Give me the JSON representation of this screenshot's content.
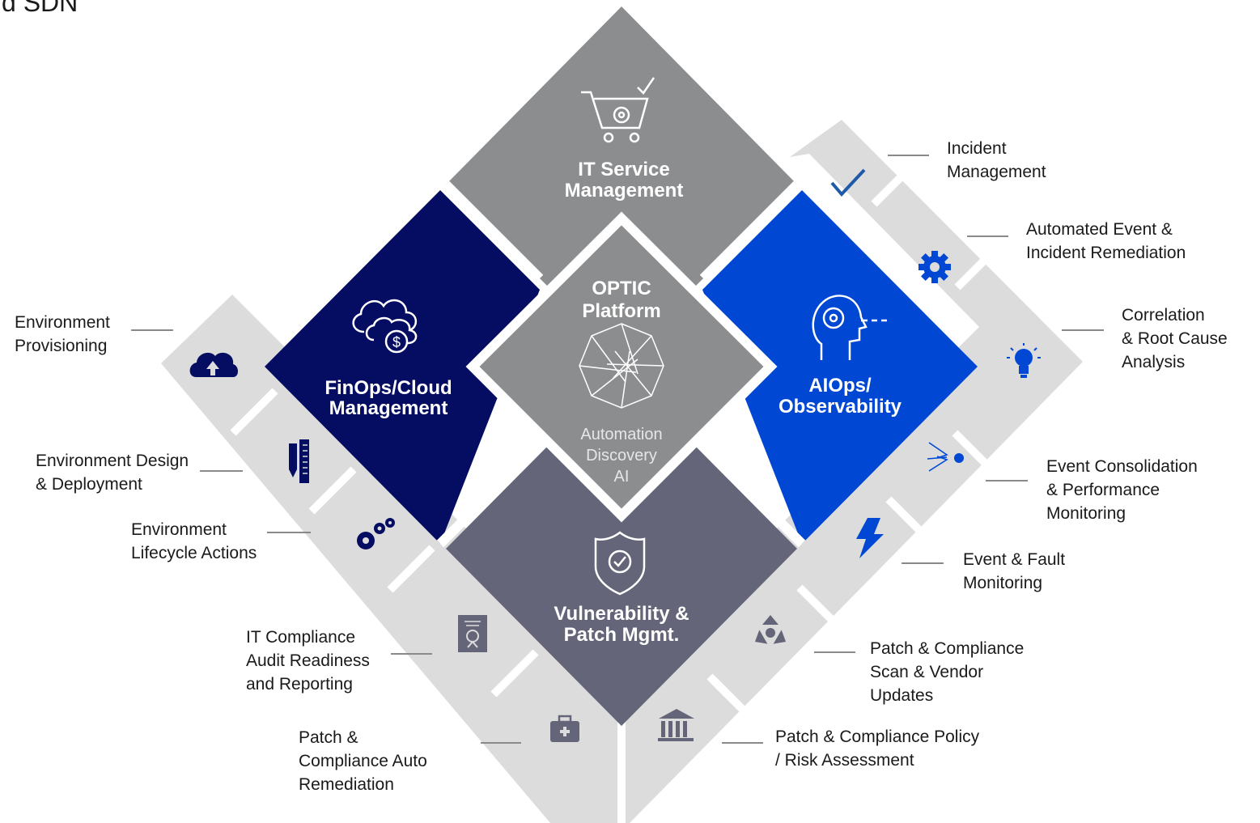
{
  "header": {
    "text": "d SDN"
  },
  "center": {
    "title_line1": "OPTIC",
    "title_line2": "Platform",
    "sub_line1": "Automation",
    "sub_line2": "Discovery",
    "sub_line3": "AI"
  },
  "quadrants": {
    "top": {
      "line1": "IT Service",
      "line2": "Management",
      "icon": "shopping-cart-gear-icon",
      "color": "#8c8d8f"
    },
    "left": {
      "line1": "FinOps/Cloud",
      "line2": "Management",
      "icon": "cloud-dollar-icon",
      "color": "#050d63"
    },
    "right": {
      "line1": "AIOps/",
      "line2": "Observability",
      "icon": "head-gear-icon",
      "color": "#0048d3"
    },
    "bottom": {
      "line1": "Vulnerability &",
      "line2": "Patch Mgmt.",
      "icon": "shield-gear-icon",
      "color": "#646578"
    }
  },
  "left_capabilities": [
    {
      "lines": [
        "Environment",
        "Provisioning"
      ],
      "icon": "cloud-upload-icon",
      "icon_color": "#050d63"
    },
    {
      "lines": [
        "Environment Design",
        "& Deployment"
      ],
      "icon": "ruler-pen-icon",
      "icon_color": "#050d63"
    },
    {
      "lines": [
        "Environment",
        "Lifecycle Actions"
      ],
      "icon": "gears-icon",
      "icon_color": "#050d63"
    }
  ],
  "right_capabilities": [
    {
      "lines": [
        "Incident",
        "Management"
      ],
      "icon": "checkmark-icon",
      "icon_color": "#1f5aa8"
    },
    {
      "lines": [
        "Automated Event &",
        "Incident Remediation"
      ],
      "icon": "gear-icon",
      "icon_color": "#0048d3"
    },
    {
      "lines": [
        "Correlation",
        "& Root Cause",
        "Analysis"
      ],
      "icon": "lightbulb-icon",
      "icon_color": "#0048d3"
    },
    {
      "lines": [
        "Event Consolidation",
        "& Performance",
        "Monitoring"
      ],
      "icon": "converging-arrows-icon",
      "icon_color": "#0048d3"
    },
    {
      "lines": [
        "Event & Fault",
        "Monitoring"
      ],
      "icon": "lightning-icon",
      "icon_color": "#0048d3"
    }
  ],
  "bottom_left_capabilities": [
    {
      "lines": [
        "IT Compliance",
        "Audit Readiness",
        "and Reporting"
      ],
      "icon": "certificate-icon",
      "icon_color": "#646578"
    },
    {
      "lines": [
        "Patch &",
        "Compliance Auto",
        "Remediation"
      ],
      "icon": "first-aid-kit-icon",
      "icon_color": "#646578"
    }
  ],
  "bottom_right_capabilities": [
    {
      "lines": [
        "Patch & Compliance",
        "Scan & Vendor",
        "Updates"
      ],
      "icon": "radiation-icon",
      "icon_color": "#646578"
    },
    {
      "lines": [
        "Patch & Compliance Policy",
        "/ Risk Assessment"
      ],
      "icon": "bank-icon",
      "icon_color": "#646578"
    }
  ],
  "colors": {
    "tile": "#dcdcdd",
    "background": "#ffffff"
  }
}
